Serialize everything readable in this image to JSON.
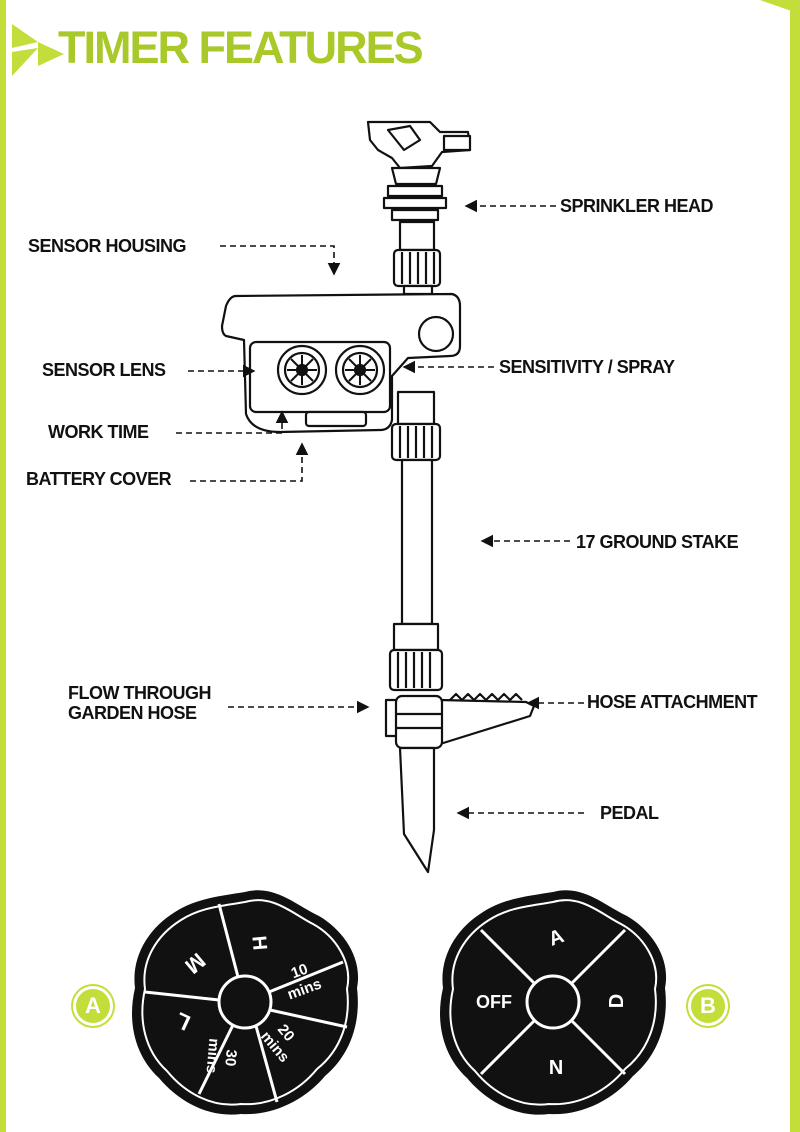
{
  "header": {
    "title": "TIMER FEATURES"
  },
  "callouts": {
    "sprinkler_head": "SPRINKLER HEAD",
    "sensor_housing": "SENSOR HOUSING",
    "sensor_lens": "SENSOR LENS",
    "sensitivity_spray": "SENSITIVITY / SPRAY",
    "work_time": "WORK TIME",
    "battery_cover": "BATTERY COVER",
    "ground_stake": "17 GROUND STAKE",
    "flow_through_line1": "FLOW THROUGH",
    "flow_through_line2": "GARDEN HOSE",
    "hose_attachment": "HOSE ATTACHMENT",
    "pedal": "PEDAL"
  },
  "dial_a": {
    "badge": "A",
    "segments": [
      "H",
      "10",
      "mins",
      "20",
      "mins",
      "30",
      "mins",
      "L",
      "M"
    ]
  },
  "dial_b": {
    "badge": "B",
    "segments": [
      "A",
      "D",
      "N",
      "OFF"
    ]
  },
  "colors": {
    "accent": "#c3dd3a",
    "title": "#a9c92a",
    "ink": "#111111"
  }
}
